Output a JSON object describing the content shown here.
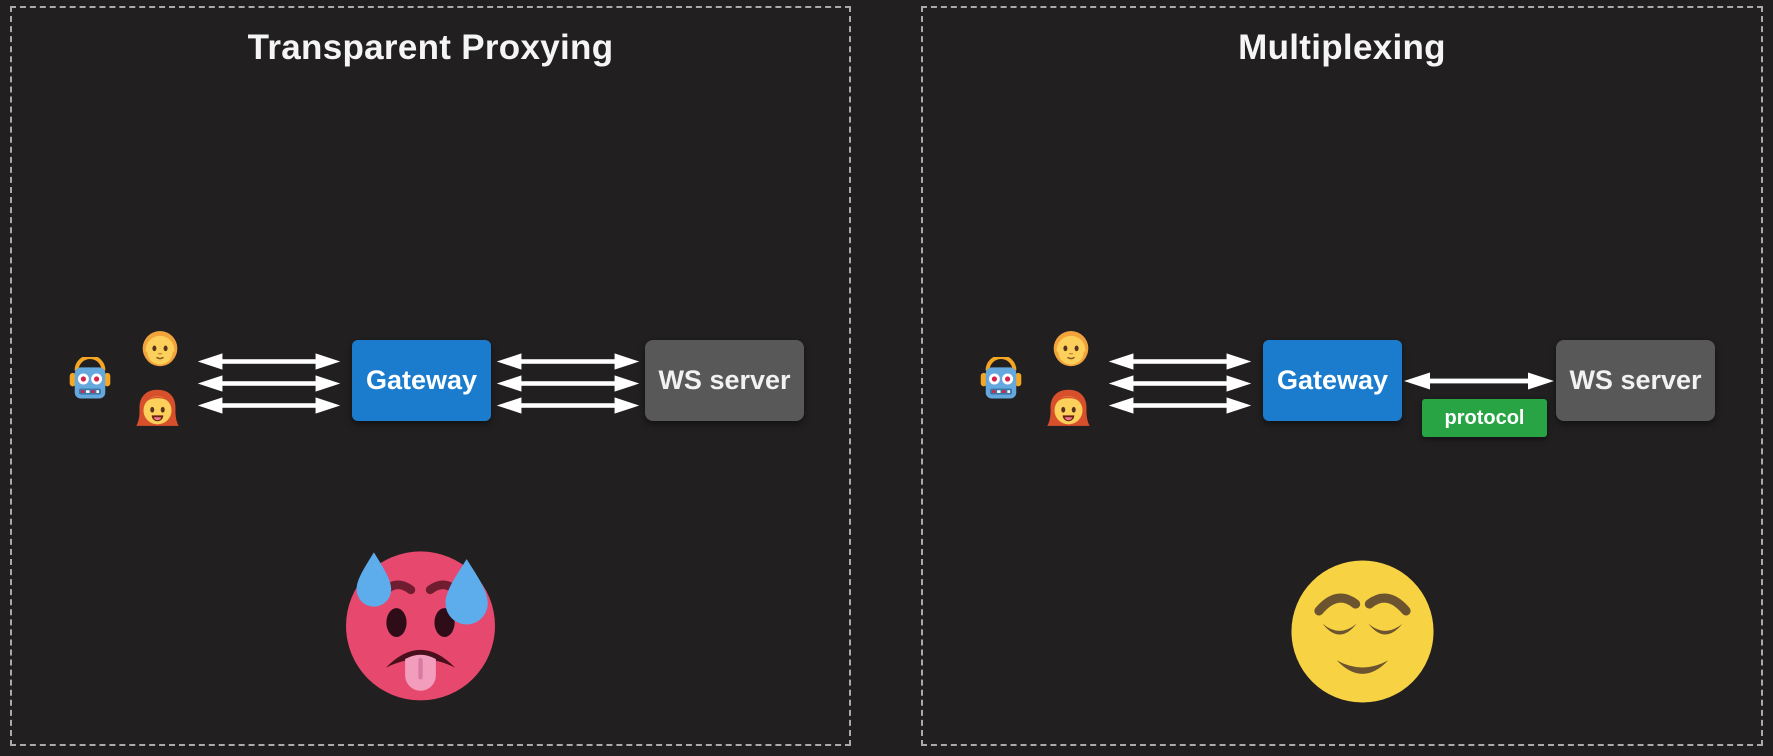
{
  "slide": {
    "background_color": "#211f20",
    "panel_border_dash_color": "#aaaaaa",
    "title_text_color": "#f5f5f5"
  },
  "colors": {
    "gateway_blue": "#1b7ccd",
    "server_gray": "#585858",
    "protocol_green": "#28a445",
    "arrow_white": "#ffffff"
  },
  "panels": [
    {
      "title": "Transparent Proxying",
      "clients": [
        "robot-emoji",
        "man-emoji",
        "woman-with-red-hair-emoji"
      ],
      "client_gateway_connections": 3,
      "gateway": {
        "label": "Gateway"
      },
      "gateway_server_connections": 3,
      "server": {
        "label": "WS server"
      },
      "mood_icon": "hot-face-with-sweat-emoji"
    },
    {
      "title": "Multiplexing",
      "clients": [
        "robot-emoji",
        "man-emoji",
        "woman-with-red-hair-emoji"
      ],
      "client_gateway_connections": 3,
      "gateway": {
        "label": "Gateway"
      },
      "gateway_server_connections": 1,
      "protocol_badge": {
        "label": "protocol"
      },
      "server": {
        "label": "WS server"
      },
      "mood_icon": "relieved-face-emoji"
    }
  ]
}
